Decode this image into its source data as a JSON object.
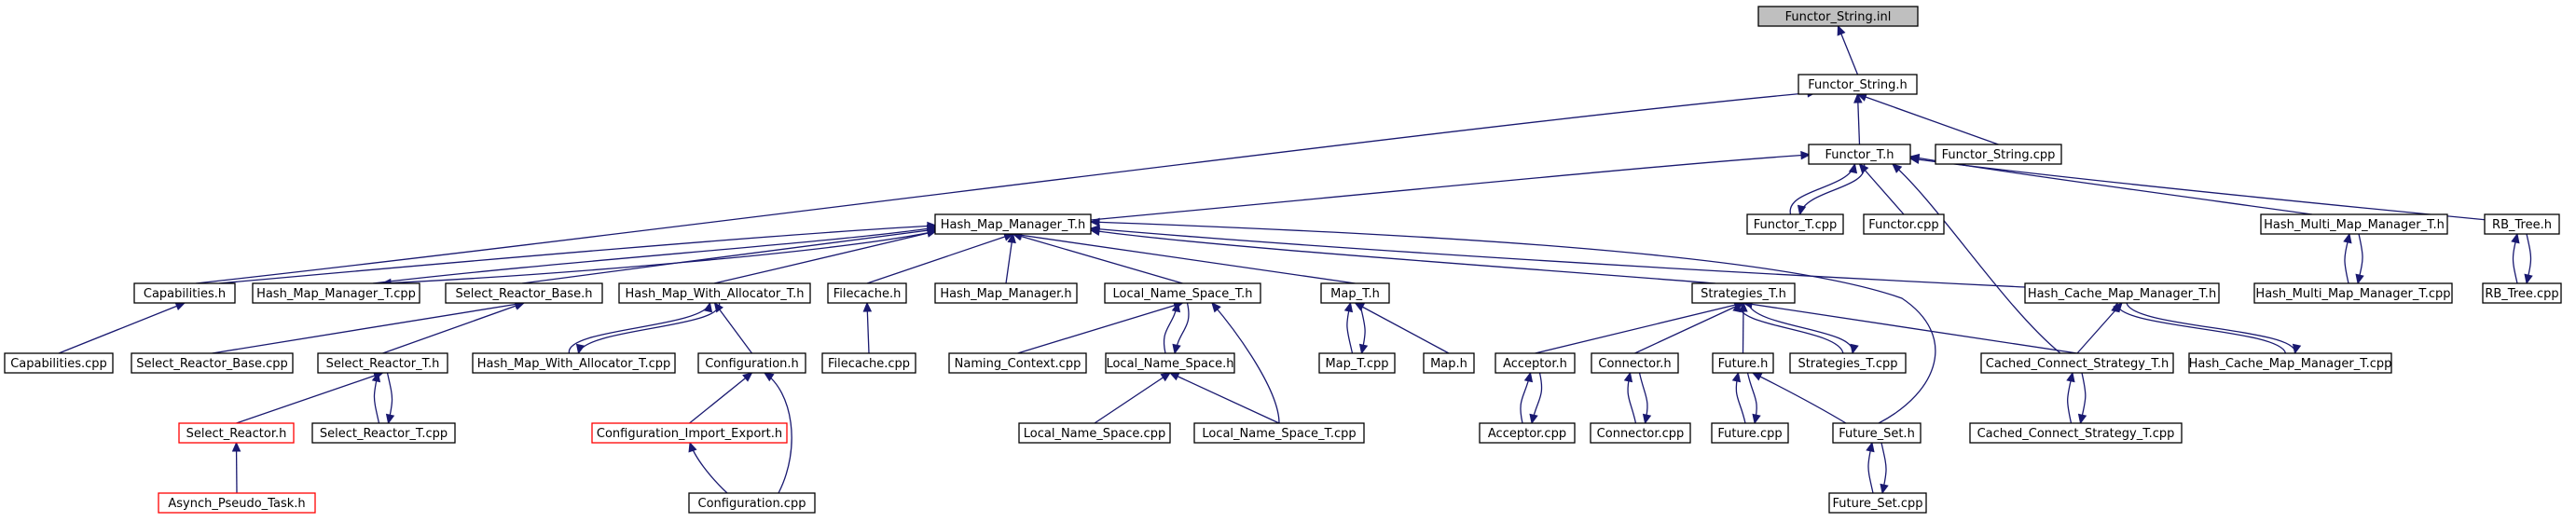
{
  "diagram": {
    "nodes": [
      {
        "id": "functor_string_inl",
        "label": "Functor_String.inl",
        "style": "root"
      },
      {
        "id": "functor_string_h",
        "label": "Functor_String.h"
      },
      {
        "id": "functor_t_h",
        "label": "Functor_T.h"
      },
      {
        "id": "functor_string_cpp",
        "label": "Functor_String.cpp"
      },
      {
        "id": "hash_map_manager_t_h",
        "label": "Hash_Map_Manager_T.h"
      },
      {
        "id": "functor_t_cpp",
        "label": "Functor_T.cpp"
      },
      {
        "id": "functor_cpp",
        "label": "Functor.cpp"
      },
      {
        "id": "hash_multi_map_manager_t_h",
        "label": "Hash_Multi_Map_Manager_T.h"
      },
      {
        "id": "rb_tree_h",
        "label": "RB_Tree.h"
      },
      {
        "id": "capabilities_h",
        "label": "Capabilities.h"
      },
      {
        "id": "hash_map_manager_t_cpp",
        "label": "Hash_Map_Manager_T.cpp"
      },
      {
        "id": "select_reactor_base_h",
        "label": "Select_Reactor_Base.h"
      },
      {
        "id": "hash_map_with_allocator_t_h",
        "label": "Hash_Map_With_Allocator_T.h"
      },
      {
        "id": "filecache_h",
        "label": "Filecache.h"
      },
      {
        "id": "hash_map_manager_h",
        "label": "Hash_Map_Manager.h"
      },
      {
        "id": "local_name_space_t_h",
        "label": "Local_Name_Space_T.h"
      },
      {
        "id": "map_t_h",
        "label": "Map_T.h"
      },
      {
        "id": "strategies_t_h",
        "label": "Strategies_T.h"
      },
      {
        "id": "hash_cache_map_manager_t_h",
        "label": "Hash_Cache_Map_Manager_T.h"
      },
      {
        "id": "hash_multi_map_manager_t_cpp",
        "label": "Hash_Multi_Map_Manager_T.cpp"
      },
      {
        "id": "rb_tree_cpp",
        "label": "RB_Tree.cpp"
      },
      {
        "id": "capabilities_cpp",
        "label": "Capabilities.cpp"
      },
      {
        "id": "select_reactor_base_cpp",
        "label": "Select_Reactor_Base.cpp"
      },
      {
        "id": "select_reactor_t_h",
        "label": "Select_Reactor_T.h"
      },
      {
        "id": "hash_map_with_allocator_t_cpp",
        "label": "Hash_Map_With_Allocator_T.cpp"
      },
      {
        "id": "configuration_h",
        "label": "Configuration.h"
      },
      {
        "id": "filecache_cpp",
        "label": "Filecache.cpp"
      },
      {
        "id": "naming_context_cpp",
        "label": "Naming_Context.cpp"
      },
      {
        "id": "local_name_space_h",
        "label": "Local_Name_Space.h"
      },
      {
        "id": "map_t_cpp",
        "label": "Map_T.cpp"
      },
      {
        "id": "map_h",
        "label": "Map.h"
      },
      {
        "id": "acceptor_h",
        "label": "Acceptor.h"
      },
      {
        "id": "connector_h",
        "label": "Connector.h"
      },
      {
        "id": "future_h",
        "label": "Future.h"
      },
      {
        "id": "strategies_t_cpp",
        "label": "Strategies_T.cpp"
      },
      {
        "id": "cached_connect_strategy_t_h",
        "label": "Cached_Connect_Strategy_T.h"
      },
      {
        "id": "hash_cache_map_manager_t_cpp",
        "label": "Hash_Cache_Map_Manager_T.cpp"
      },
      {
        "id": "select_reactor_h",
        "label": "Select_Reactor.h",
        "style": "incomplete"
      },
      {
        "id": "select_reactor_t_cpp",
        "label": "Select_Reactor_T.cpp"
      },
      {
        "id": "configuration_import_export_h",
        "label": "Configuration_Import_Export.h",
        "style": "incomplete"
      },
      {
        "id": "local_name_space_cpp",
        "label": "Local_Name_Space.cpp"
      },
      {
        "id": "local_name_space_t_cpp",
        "label": "Local_Name_Space_T.cpp"
      },
      {
        "id": "acceptor_cpp",
        "label": "Acceptor.cpp"
      },
      {
        "id": "connector_cpp",
        "label": "Connector.cpp"
      },
      {
        "id": "future_cpp",
        "label": "Future.cpp"
      },
      {
        "id": "future_set_h",
        "label": "Future_Set.h"
      },
      {
        "id": "cached_connect_strategy_t_cpp",
        "label": "Cached_Connect_Strategy_T.cpp"
      },
      {
        "id": "asynch_pseudo_task_h",
        "label": "Asynch_Pseudo_Task.h",
        "style": "incomplete"
      },
      {
        "id": "configuration_cpp",
        "label": "Configuration.cpp"
      },
      {
        "id": "future_set_cpp",
        "label": "Future_Set.cpp"
      }
    ],
    "edges": [
      {
        "from": "functor_string_h",
        "to": "functor_string_inl"
      },
      {
        "from": "functor_t_h",
        "to": "functor_string_h"
      },
      {
        "from": "functor_string_cpp",
        "to": "functor_string_h"
      },
      {
        "from": "capabilities_h",
        "to": "functor_string_h"
      },
      {
        "from": "hash_map_manager_t_h",
        "to": "functor_t_h"
      },
      {
        "from": "functor_t_cpp",
        "to": "functor_t_h"
      },
      {
        "from": "functor_cpp",
        "to": "functor_t_h"
      },
      {
        "from": "hash_multi_map_manager_t_h",
        "to": "functor_t_h"
      },
      {
        "from": "rb_tree_h",
        "to": "functor_t_h"
      },
      {
        "from": "cached_connect_strategy_t_h",
        "to": "functor_t_h"
      },
      {
        "from": "functor_t_h",
        "to": "functor_t_cpp"
      },
      {
        "from": "capabilities_h",
        "to": "hash_map_manager_t_h"
      },
      {
        "from": "hash_map_manager_t_cpp",
        "to": "hash_map_manager_t_h"
      },
      {
        "from": "select_reactor_base_h",
        "to": "hash_map_manager_t_h"
      },
      {
        "from": "hash_map_with_allocator_t_h",
        "to": "hash_map_manager_t_h"
      },
      {
        "from": "filecache_h",
        "to": "hash_map_manager_t_h"
      },
      {
        "from": "hash_map_manager_h",
        "to": "hash_map_manager_t_h"
      },
      {
        "from": "local_name_space_t_h",
        "to": "hash_map_manager_t_h"
      },
      {
        "from": "map_t_h",
        "to": "hash_map_manager_t_h"
      },
      {
        "from": "strategies_t_h",
        "to": "hash_map_manager_t_h"
      },
      {
        "from": "hash_cache_map_manager_t_h",
        "to": "hash_map_manager_t_h"
      },
      {
        "from": "future_set_h",
        "to": "hash_map_manager_t_h"
      },
      {
        "from": "hash_map_manager_t_h",
        "to": "hash_map_manager_t_cpp"
      },
      {
        "from": "hash_multi_map_manager_t_cpp",
        "to": "hash_multi_map_manager_t_h"
      },
      {
        "from": "hash_multi_map_manager_t_h",
        "to": "hash_multi_map_manager_t_cpp"
      },
      {
        "from": "rb_tree_cpp",
        "to": "rb_tree_h"
      },
      {
        "from": "rb_tree_h",
        "to": "rb_tree_cpp"
      },
      {
        "from": "capabilities_cpp",
        "to": "capabilities_h"
      },
      {
        "from": "select_reactor_base_cpp",
        "to": "select_reactor_base_h"
      },
      {
        "from": "select_reactor_t_h",
        "to": "select_reactor_base_h"
      },
      {
        "from": "hash_map_with_allocator_t_cpp",
        "to": "hash_map_with_allocator_t_h"
      },
      {
        "from": "hash_map_with_allocator_t_h",
        "to": "hash_map_with_allocator_t_cpp"
      },
      {
        "from": "configuration_h",
        "to": "hash_map_with_allocator_t_h"
      },
      {
        "from": "filecache_cpp",
        "to": "filecache_h"
      },
      {
        "from": "naming_context_cpp",
        "to": "local_name_space_t_h"
      },
      {
        "from": "local_name_space_h",
        "to": "local_name_space_t_h"
      },
      {
        "from": "local_name_space_t_h",
        "to": "local_name_space_h"
      },
      {
        "from": "local_name_space_t_cpp",
        "to": "local_name_space_t_h"
      },
      {
        "from": "map_t_cpp",
        "to": "map_t_h"
      },
      {
        "from": "map_t_h",
        "to": "map_t_cpp"
      },
      {
        "from": "map_h",
        "to": "map_t_h"
      },
      {
        "from": "acceptor_h",
        "to": "strategies_t_h"
      },
      {
        "from": "connector_h",
        "to": "strategies_t_h"
      },
      {
        "from": "future_h",
        "to": "strategies_t_h"
      },
      {
        "from": "strategies_t_cpp",
        "to": "strategies_t_h"
      },
      {
        "from": "strategies_t_h",
        "to": "strategies_t_cpp"
      },
      {
        "from": "cached_connect_strategy_t_h",
        "to": "strategies_t_h"
      },
      {
        "from": "cached_connect_strategy_t_h",
        "to": "hash_cache_map_manager_t_h"
      },
      {
        "from": "hash_cache_map_manager_t_cpp",
        "to": "hash_cache_map_manager_t_h"
      },
      {
        "from": "hash_cache_map_manager_t_h",
        "to": "hash_cache_map_manager_t_cpp"
      },
      {
        "from": "select_reactor_h",
        "to": "select_reactor_t_h"
      },
      {
        "from": "select_reactor_t_cpp",
        "to": "select_reactor_t_h"
      },
      {
        "from": "select_reactor_t_h",
        "to": "select_reactor_t_cpp"
      },
      {
        "from": "configuration_import_export_h",
        "to": "configuration_h"
      },
      {
        "from": "configuration_cpp",
        "to": "configuration_h"
      },
      {
        "from": "local_name_space_cpp",
        "to": "local_name_space_h"
      },
      {
        "from": "local_name_space_t_cpp",
        "to": "local_name_space_h"
      },
      {
        "from": "acceptor_cpp",
        "to": "acceptor_h"
      },
      {
        "from": "acceptor_h",
        "to": "acceptor_cpp"
      },
      {
        "from": "connector_cpp",
        "to": "connector_h"
      },
      {
        "from": "connector_h",
        "to": "connector_cpp"
      },
      {
        "from": "future_cpp",
        "to": "future_h"
      },
      {
        "from": "future_h",
        "to": "future_cpp"
      },
      {
        "from": "future_set_h",
        "to": "future_h"
      },
      {
        "from": "cached_connect_strategy_t_cpp",
        "to": "cached_connect_strategy_t_h"
      },
      {
        "from": "cached_connect_strategy_t_h",
        "to": "cached_connect_strategy_t_cpp"
      },
      {
        "from": "asynch_pseudo_task_h",
        "to": "select_reactor_h"
      },
      {
        "from": "configuration_cpp",
        "to": "configuration_import_export_h"
      },
      {
        "from": "future_set_cpp",
        "to": "future_set_h"
      },
      {
        "from": "future_set_h",
        "to": "future_set_cpp"
      }
    ]
  }
}
